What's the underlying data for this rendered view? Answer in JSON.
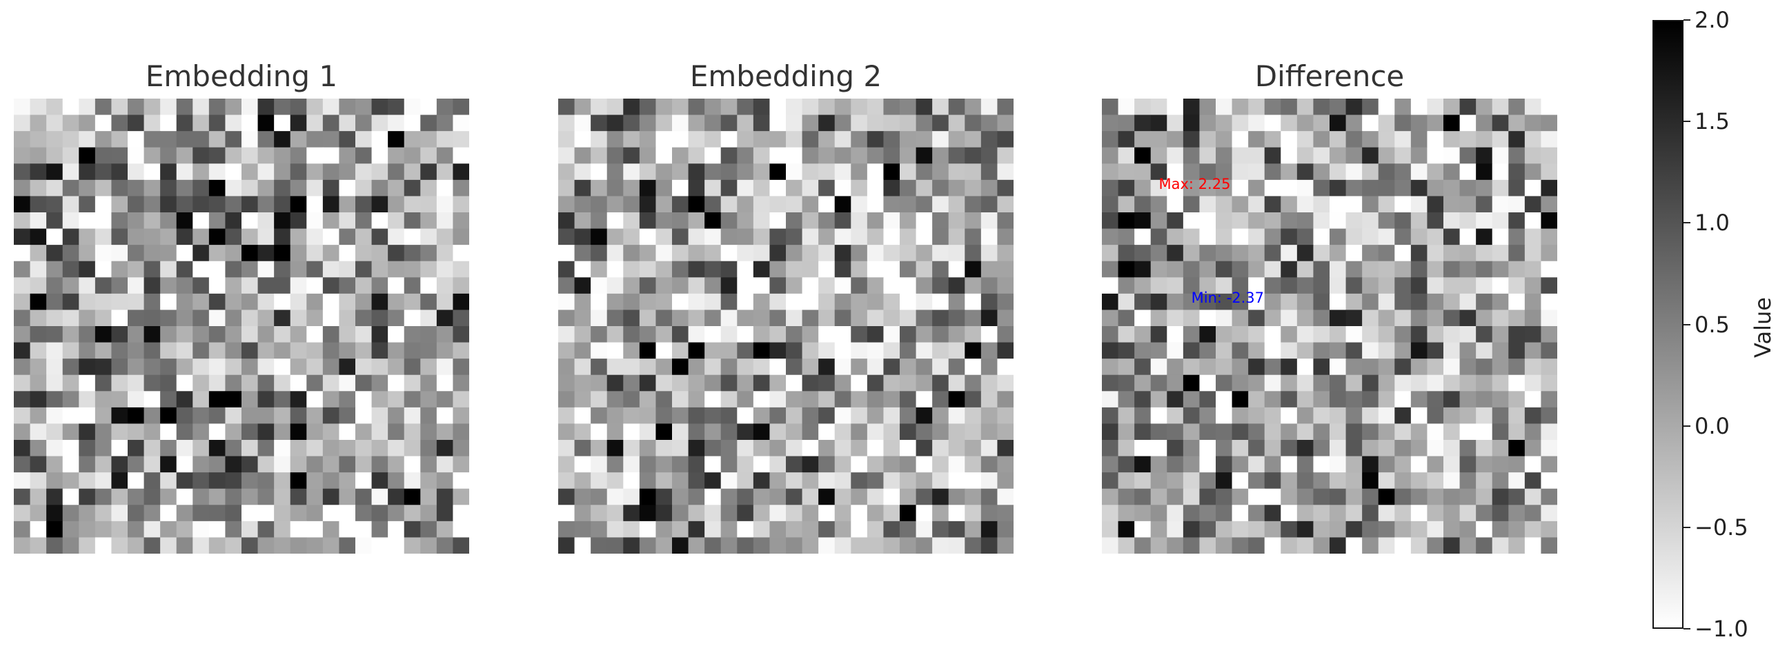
{
  "chart_data": [
    {
      "type": "heatmap",
      "title": "Embedding 1",
      "grid_size": [
        28,
        28
      ],
      "colormap": "gray_r",
      "vmin": -1.0,
      "vmax": 2.0,
      "seed": 11
    },
    {
      "type": "heatmap",
      "title": "Embedding 2",
      "grid_size": [
        28,
        28
      ],
      "colormap": "gray_r",
      "vmin": -1.0,
      "vmax": 2.0,
      "seed": 29
    },
    {
      "type": "heatmap",
      "title": "Difference",
      "grid_size": [
        28,
        28
      ],
      "colormap": "gray_r",
      "vmin": -1.0,
      "vmax": 2.0,
      "seed": 47,
      "annotations": [
        {
          "text": "Max: 2.25",
          "color": "#ff0000",
          "row": 5,
          "col": 4
        },
        {
          "text": "Min: -2.37",
          "color": "#0000ff",
          "row": 12,
          "col": 6
        }
      ]
    }
  ],
  "colorbar": {
    "label": "Value",
    "ticks": [
      {
        "value": 2.0,
        "label": "2.0"
      },
      {
        "value": 1.5,
        "label": "1.5"
      },
      {
        "value": 1.0,
        "label": "1.0"
      },
      {
        "value": 0.5,
        "label": "0.5"
      },
      {
        "value": 0.0,
        "label": "0.0"
      },
      {
        "value": -0.5,
        "label": "−0.5"
      },
      {
        "value": -1.0,
        "label": "−1.0"
      }
    ]
  }
}
